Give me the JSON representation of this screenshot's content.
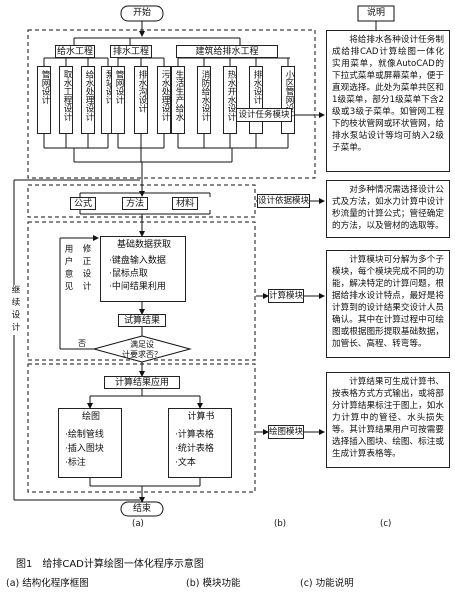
{
  "flow": {
    "start": "开始",
    "end": "结束",
    "design_tasks": {
      "water_supply": {
        "title": "给水工程",
        "items": [
          "管网设计",
          "取水工程设计",
          "给水处理设计",
          "泵站设计"
        ]
      },
      "drainage": {
        "title": "排水工程",
        "items": [
          "管网设计",
          "排水沟设计",
          "污水处理设计"
        ]
      },
      "building": {
        "title": "建筑给排水工程",
        "items": [
          "生活生产给水",
          "消防给水设计",
          "热水开水设计",
          "排水设计",
          "小区管网设计"
        ]
      }
    },
    "basis": {
      "formula": "公式",
      "method": "方法",
      "material": "材料"
    },
    "loop_label": "继续设计",
    "user_opinion": "用户意见",
    "modify_design": "修正设计",
    "data_input": {
      "title": "基础数据获取",
      "items": [
        "·键盘输入数据",
        "·鼠标点取",
        "·中间结果利用"
      ]
    },
    "calc_result": "试算结果",
    "decision": {
      "line1": "满足设",
      "line2": "计要求否？"
    },
    "decision_no": "否",
    "result_app": "计算结果应用",
    "drawing": {
      "title": "绘图",
      "items": [
        "·绘制管线",
        "·插入图块",
        "·标注"
      ]
    },
    "calc_book": {
      "title": "计算书",
      "items": [
        "·计算表格",
        "·统计表格",
        "·文本"
      ]
    }
  },
  "modules": {
    "task": "设计任务模块",
    "basis": "设计依据模块",
    "calc": "计算模块",
    "drawing": "绘图模块"
  },
  "notes": {
    "title": "说明",
    "task": "将给排水各种设计任务制成给排CAD计算绘图一体化实用菜单，就像AutoCAD的下拉式菜单或屏幕菜单，便于直观选择。此处为菜单共区和1级菜单，部分1级菜单下含2级或3级子菜单。如管网工程下的枝状管网或环状管网，给排水泵站设计等均可纳入2级子菜单。",
    "basis": "对多种情况需选择设计公式及方法，如水力计算中设计秒流量的计算公式；管径确定的方法，以及管材的选取等。",
    "calc": "计算模块可分解为多个子模块，每个模块完成不同的功能，解决特定的计算问题，根据给排水设计特点，最好是将计算到的设计结果交设计人员确认。其中在计算过程中可绘图或根据图形提取基础数据，加管长、高程、转弯等。",
    "drawing": "计算结果可生成计算书、按表格方式方式输出，或将部分计算结果标注于图上，如水力计算中的管径、水头损失等。其计算结果用户可按需要选择插入图块、绘图、标注或生成计算表格等。"
  },
  "column_labels": [
    "(a)",
    "(b)",
    "(c)"
  ],
  "caption": {
    "title": "图1　给排CAD计算绘图一体化程序示意图",
    "sub_a": "(a) 结构化程序框图",
    "sub_b": "(b) 模块功能",
    "sub_c": "(c) 功能说明"
  }
}
